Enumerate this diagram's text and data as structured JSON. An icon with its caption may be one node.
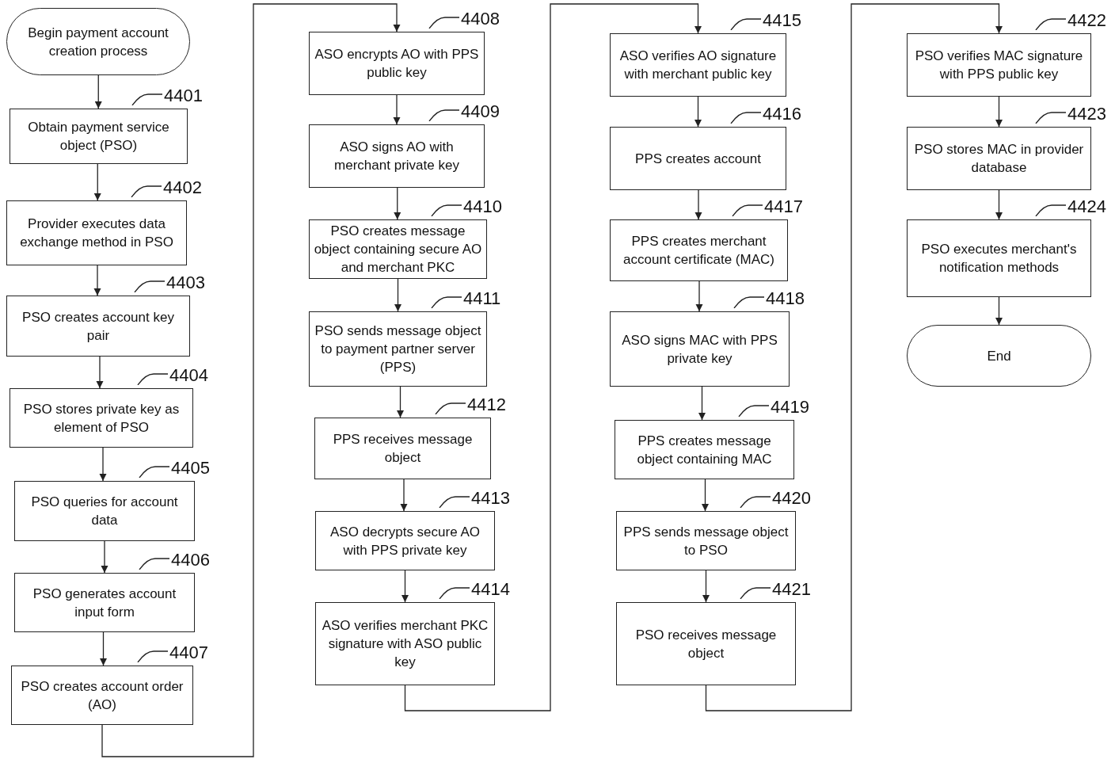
{
  "diagram": {
    "nodes": [
      {
        "text": [
          "Begin payment account creation process"
        ]
      },
      {
        "text": [
          "Obtain payment service object (PSO)"
        ],
        "beside": [
          "4401"
        ]
      },
      {
        "text": [
          "Provider executes data exchange method in PSO"
        ],
        "beside": [
          "4402"
        ]
      },
      {
        "text": [
          "PSO creates account key pair"
        ],
        "beside": [
          "4403"
        ]
      },
      {
        "text": [
          "PSO stores private key as element of PSO"
        ],
        "beside": [
          "4404"
        ]
      },
      {
        "text": [
          "PSO queries for account data"
        ],
        "beside": [
          "4405"
        ]
      },
      {
        "text": [
          "PSO generates account input form"
        ],
        "beside": [
          "4406"
        ]
      },
      {
        "text": [
          "PSO creates account order (AO)"
        ],
        "beside": [
          "4407"
        ]
      },
      {
        "text": [
          "ASO encrypts AO with PPS public key"
        ],
        "beside": [
          "4408"
        ]
      },
      {
        "text": [
          "ASO signs AO with merchant private key"
        ],
        "beside": [
          "4409"
        ]
      },
      {
        "text": [
          "PSO creates message object containing secure AO and merchant PKC"
        ],
        "beside": [
          "4410"
        ]
      },
      {
        "text": [
          "PSO sends message object to payment partner server (PPS)"
        ],
        "beside": [
          "4411"
        ]
      },
      {
        "text": [
          "PPS receives message object"
        ],
        "beside": [
          "4412"
        ]
      },
      {
        "text": [
          "ASO decrypts secure AO with PPS private key"
        ],
        "beside": [
          "4413"
        ]
      },
      {
        "text": [
          "ASO verifies merchant PKC signature with ASO public key"
        ],
        "beside": [
          "4414"
        ]
      },
      {
        "text": [
          "ASO verifies AO signature with merchant public key"
        ],
        "beside": [
          "4415"
        ]
      },
      {
        "text": [
          "PPS creates account"
        ],
        "beside": [
          "4416"
        ]
      },
      {
        "text": [
          "PPS creates merchant account certificate (MAC)"
        ],
        "beside": [
          "4417"
        ]
      },
      {
        "text": [
          "ASO signs MAC with PPS private key"
        ],
        "beside": [
          "4418"
        ]
      },
      {
        "text": [
          "PPS creates message object containing MAC"
        ],
        "beside": [
          "4419"
        ]
      },
      {
        "text": [
          "PPS sends message object to PSO"
        ],
        "beside": [
          "4420"
        ]
      },
      {
        "text": [
          "PSO receives message object"
        ],
        "beside": [
          "4421"
        ]
      },
      {
        "text": [
          "PSO verifies MAC signature with PPS public key"
        ],
        "beside": [
          "4422"
        ]
      },
      {
        "text": [
          "PSO stores MAC in provider database"
        ],
        "beside": [
          "4423"
        ]
      },
      {
        "text": [
          "PSO executes merchant's notification methods"
        ],
        "beside": [
          "4424"
        ]
      },
      {
        "text": [
          "End"
        ]
      }
    ],
    "edges": [
      {
        "from": 0,
        "to": 1,
        "arrow": "to"
      },
      {
        "from": 1,
        "to": 2,
        "arrow": "to"
      },
      {
        "from": 2,
        "to": 3,
        "arrow": "to"
      },
      {
        "from": 3,
        "to": 4,
        "arrow": "to"
      },
      {
        "from": 4,
        "to": 5,
        "arrow": "to"
      },
      {
        "from": 5,
        "to": 6,
        "arrow": "to"
      },
      {
        "from": 6,
        "to": 7,
        "arrow": "to"
      },
      {
        "from": 7,
        "to": 8,
        "arrow": "to"
      },
      {
        "from": 8,
        "to": 9,
        "arrow": "to"
      },
      {
        "from": 9,
        "to": 10,
        "arrow": "to"
      },
      {
        "from": 10,
        "to": 11,
        "arrow": "to"
      },
      {
        "from": 11,
        "to": 12,
        "arrow": "to"
      },
      {
        "from": 12,
        "to": 13,
        "arrow": "to"
      },
      {
        "from": 13,
        "to": 14,
        "arrow": "to"
      },
      {
        "from": 14,
        "to": 15,
        "arrow": "to"
      },
      {
        "from": 15,
        "to": 16,
        "arrow": "to"
      },
      {
        "from": 16,
        "to": 17,
        "arrow": "to"
      },
      {
        "from": 17,
        "to": 18,
        "arrow": "to"
      },
      {
        "from": 18,
        "to": 19,
        "arrow": "to"
      },
      {
        "from": 19,
        "to": 20,
        "arrow": "to"
      },
      {
        "from": 20,
        "to": 21,
        "arrow": "to"
      },
      {
        "from": 21,
        "to": 22,
        "arrow": "to"
      },
      {
        "from": 22,
        "to": 23,
        "arrow": "to"
      },
      {
        "from": 23,
        "to": 24,
        "arrow": "to"
      },
      {
        "from": 24,
        "to": 25,
        "arrow": "to"
      }
    ]
  }
}
